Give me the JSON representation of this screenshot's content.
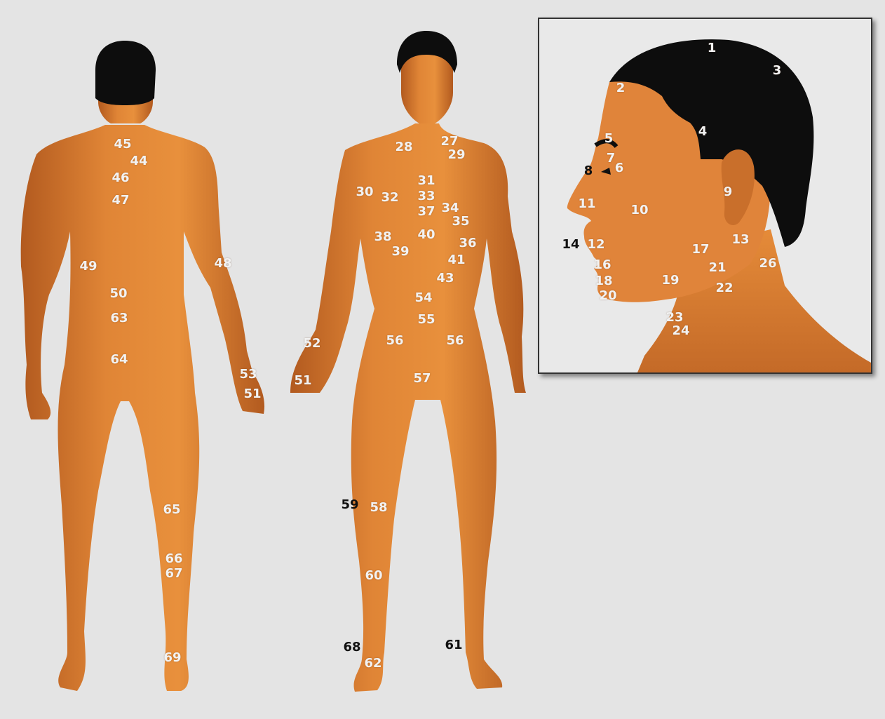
{
  "colors": {
    "skin": "#d9782f",
    "skin_shadow": "#a8531c",
    "hair": "#0d0d0d",
    "background": "#e4e4e4",
    "label_light": "#f2f2f2",
    "label_dark": "#111111"
  },
  "body_labels": [
    {
      "id": "l45",
      "text": "45",
      "tone": "w"
    },
    {
      "id": "l44",
      "text": "44",
      "tone": "w"
    },
    {
      "id": "l46",
      "text": "46",
      "tone": "w"
    },
    {
      "id": "l47",
      "text": "47",
      "tone": "w"
    },
    {
      "id": "l49",
      "text": "49",
      "tone": "w"
    },
    {
      "id": "l48",
      "text": "48",
      "tone": "w"
    },
    {
      "id": "l50",
      "text": "50",
      "tone": "w"
    },
    {
      "id": "l63",
      "text": "63",
      "tone": "w"
    },
    {
      "id": "l64",
      "text": "64",
      "tone": "w"
    },
    {
      "id": "l53",
      "text": "53",
      "tone": "w"
    },
    {
      "id": "l51b",
      "text": "51",
      "tone": "w"
    },
    {
      "id": "l65",
      "text": "65",
      "tone": "w"
    },
    {
      "id": "l66",
      "text": "66",
      "tone": "w"
    },
    {
      "id": "l67",
      "text": "67",
      "tone": "w"
    },
    {
      "id": "l69",
      "text": "69",
      "tone": "w"
    },
    {
      "id": "l28",
      "text": "28",
      "tone": "w"
    },
    {
      "id": "l27",
      "text": "27",
      "tone": "w"
    },
    {
      "id": "l29",
      "text": "29",
      "tone": "w"
    },
    {
      "id": "l31",
      "text": "31",
      "tone": "w"
    },
    {
      "id": "l30",
      "text": "30",
      "tone": "w"
    },
    {
      "id": "l32",
      "text": "32",
      "tone": "w"
    },
    {
      "id": "l33",
      "text": "33",
      "tone": "w"
    },
    {
      "id": "l34",
      "text": "34",
      "tone": "w"
    },
    {
      "id": "l37",
      "text": "37",
      "tone": "w"
    },
    {
      "id": "l35",
      "text": "35",
      "tone": "w"
    },
    {
      "id": "l38",
      "text": "38",
      "tone": "w"
    },
    {
      "id": "l40",
      "text": "40",
      "tone": "w"
    },
    {
      "id": "l36",
      "text": "36",
      "tone": "w"
    },
    {
      "id": "l39",
      "text": "39",
      "tone": "w"
    },
    {
      "id": "l41",
      "text": "41",
      "tone": "w"
    },
    {
      "id": "l43",
      "text": "43",
      "tone": "w"
    },
    {
      "id": "l54",
      "text": "54",
      "tone": "w"
    },
    {
      "id": "l55",
      "text": "55",
      "tone": "w"
    },
    {
      "id": "l52",
      "text": "52",
      "tone": "w"
    },
    {
      "id": "l56a",
      "text": "56",
      "tone": "w"
    },
    {
      "id": "l56b",
      "text": "56",
      "tone": "w"
    },
    {
      "id": "l51f",
      "text": "51",
      "tone": "w"
    },
    {
      "id": "l57",
      "text": "57",
      "tone": "w"
    },
    {
      "id": "l59",
      "text": "59",
      "tone": "k"
    },
    {
      "id": "l58",
      "text": "58",
      "tone": "w"
    },
    {
      "id": "l60",
      "text": "60",
      "tone": "w"
    },
    {
      "id": "l68",
      "text": "68",
      "tone": "k"
    },
    {
      "id": "l61",
      "text": "61",
      "tone": "k"
    },
    {
      "id": "l62",
      "text": "62",
      "tone": "w"
    }
  ],
  "head_labels": [
    {
      "id": "h1",
      "text": "1",
      "tone": "w"
    },
    {
      "id": "h3",
      "text": "3",
      "tone": "w"
    },
    {
      "id": "h2",
      "text": "2",
      "tone": "w"
    },
    {
      "id": "h4",
      "text": "4",
      "tone": "w"
    },
    {
      "id": "h5",
      "text": "5",
      "tone": "w"
    },
    {
      "id": "h7",
      "text": "7",
      "tone": "w"
    },
    {
      "id": "h8",
      "text": "8",
      "tone": "k"
    },
    {
      "id": "h6",
      "text": "6",
      "tone": "w"
    },
    {
      "id": "h9",
      "text": "9",
      "tone": "w"
    },
    {
      "id": "h11",
      "text": "11",
      "tone": "w"
    },
    {
      "id": "h10",
      "text": "10",
      "tone": "w"
    },
    {
      "id": "h13",
      "text": "13",
      "tone": "w"
    },
    {
      "id": "h14",
      "text": "14",
      "tone": "k"
    },
    {
      "id": "h12",
      "text": "12",
      "tone": "w"
    },
    {
      "id": "h17",
      "text": "17",
      "tone": "w"
    },
    {
      "id": "h26",
      "text": "26",
      "tone": "w"
    },
    {
      "id": "h16",
      "text": "16",
      "tone": "w"
    },
    {
      "id": "h21",
      "text": "21",
      "tone": "w"
    },
    {
      "id": "h18",
      "text": "18",
      "tone": "w"
    },
    {
      "id": "h19",
      "text": "19",
      "tone": "w"
    },
    {
      "id": "h22",
      "text": "22",
      "tone": "w"
    },
    {
      "id": "h20",
      "text": "20",
      "tone": "w"
    },
    {
      "id": "h23",
      "text": "23",
      "tone": "w"
    },
    {
      "id": "h24",
      "text": "24",
      "tone": "w"
    }
  ]
}
